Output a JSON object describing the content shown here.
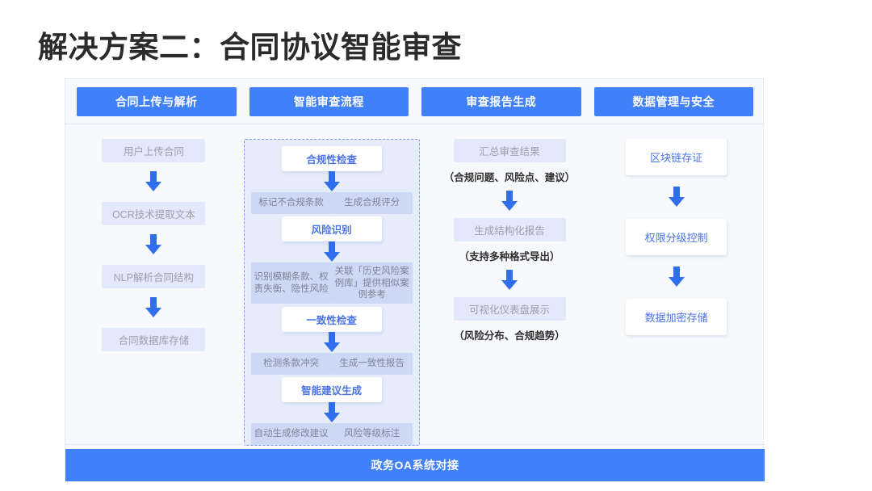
{
  "title": "解决方案二：合同协议智能审查",
  "colors": {
    "accent": "#4080f8",
    "card_text": "#4a73e8",
    "soft_box": "#e3e9fa",
    "sub_box": "#cdd9f4",
    "board_bg": "#f7f9fc",
    "panel_bg": "#e7ecfb",
    "panel_border": "#7ea2ef"
  },
  "tabs": [
    {
      "label": "合同上传与解析"
    },
    {
      "label": "智能审查流程"
    },
    {
      "label": "审查报告生成"
    },
    {
      "label": "数据管理与安全"
    }
  ],
  "columns": {
    "col1": {
      "steps": [
        {
          "label": "用户上传合同"
        },
        {
          "label": "OCR技术提取文本"
        },
        {
          "label": "NLP解析合同结构"
        },
        {
          "label": "合同数据库存储"
        }
      ]
    },
    "col2": {
      "stages": [
        {
          "title": "合规性检查",
          "left": "标记不合规条款",
          "right": "生成合规评分"
        },
        {
          "title": "风险识别",
          "left": "识别模糊条款、权责失衡、隐性风险",
          "right": "关联「历史风险案例库」提供相似案例参考"
        },
        {
          "title": "一致性检查",
          "left": "检测条款冲突",
          "right": "生成一致性报告"
        },
        {
          "title": "智能建议生成",
          "left": "自动生成修改建议",
          "right": "风险等级标注"
        }
      ]
    },
    "col3": {
      "steps": [
        {
          "label": "汇总审查结果",
          "note": "（合规问题、风险点、建议）"
        },
        {
          "label": "生成结构化报告",
          "note": "（支持多种格式导出）"
        },
        {
          "label": "可视化仪表盘展示",
          "note": "（风险分布、合规趋势）"
        }
      ]
    },
    "col4": {
      "steps": [
        {
          "label": "区块链存证"
        },
        {
          "label": "权限分级控制"
        },
        {
          "label": "数据加密存储"
        }
      ]
    }
  },
  "footer": {
    "label": "政务OA系统对接"
  },
  "icons": {
    "arrow": "down-arrow-icon"
  }
}
